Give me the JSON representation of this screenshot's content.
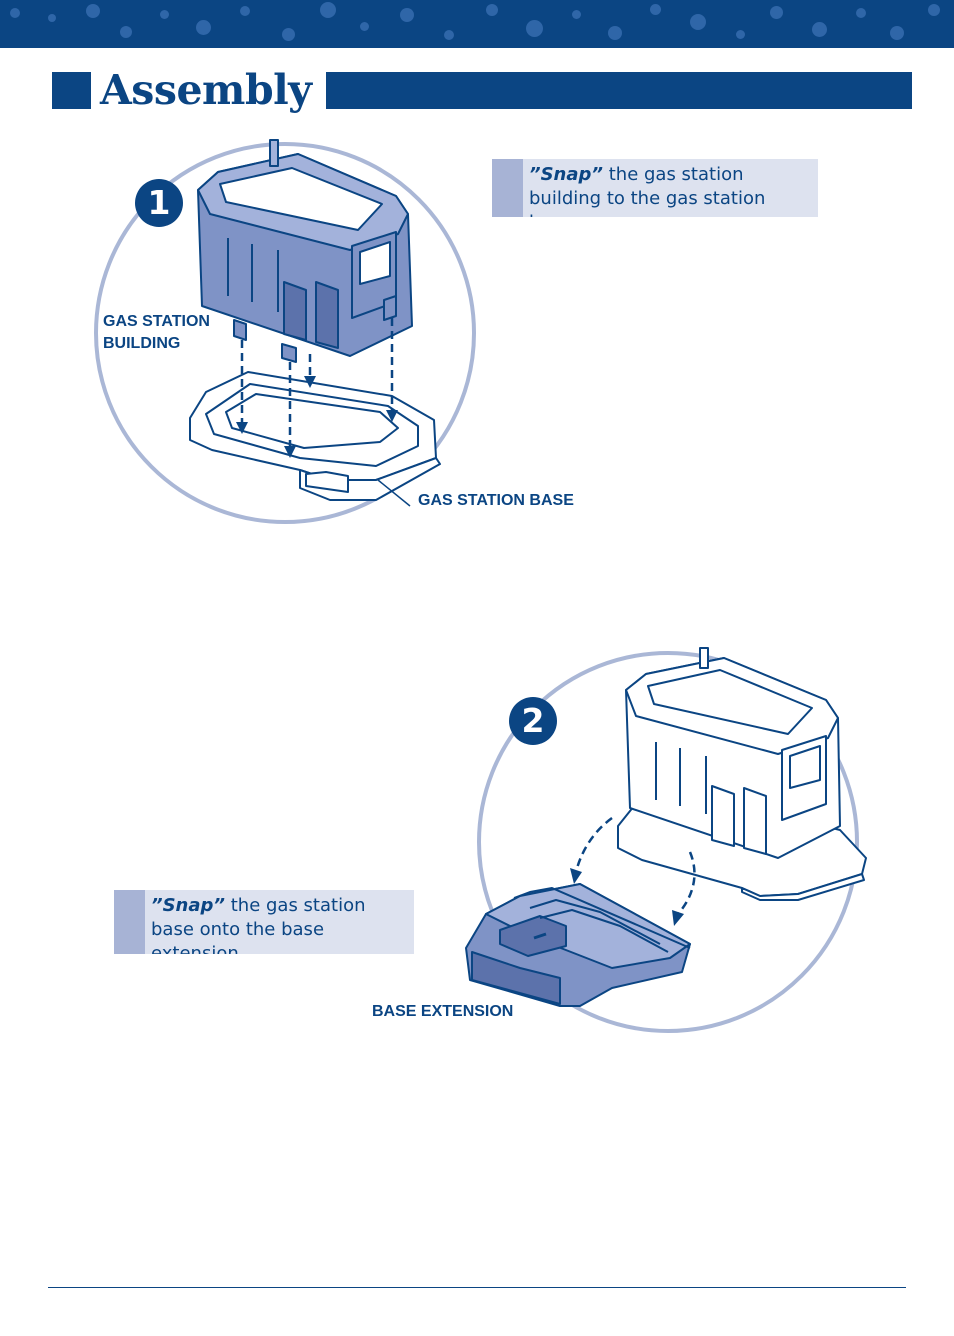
{
  "page": {
    "title": "Assembly",
    "colors": {
      "brand": "#0b4583",
      "dot": "#2f66a8",
      "circle": "#aab7d6",
      "part_fill": "#7f93c6",
      "box_bg": "#dde2ef",
      "box_accent": "#a7b3d5"
    }
  },
  "steps": [
    {
      "number": "1",
      "instruction_bold": "”Snap”",
      "instruction_rest": " the gas station building to the gas station base.",
      "labels": {
        "building": "GAS STATION BUILDING",
        "base": "GAS STATION BASE"
      }
    },
    {
      "number": "2",
      "instruction_bold": "”Snap”",
      "instruction_rest": " the gas station base onto the base extension.",
      "labels": {
        "extension": "BASE EXTENSION"
      }
    }
  ]
}
